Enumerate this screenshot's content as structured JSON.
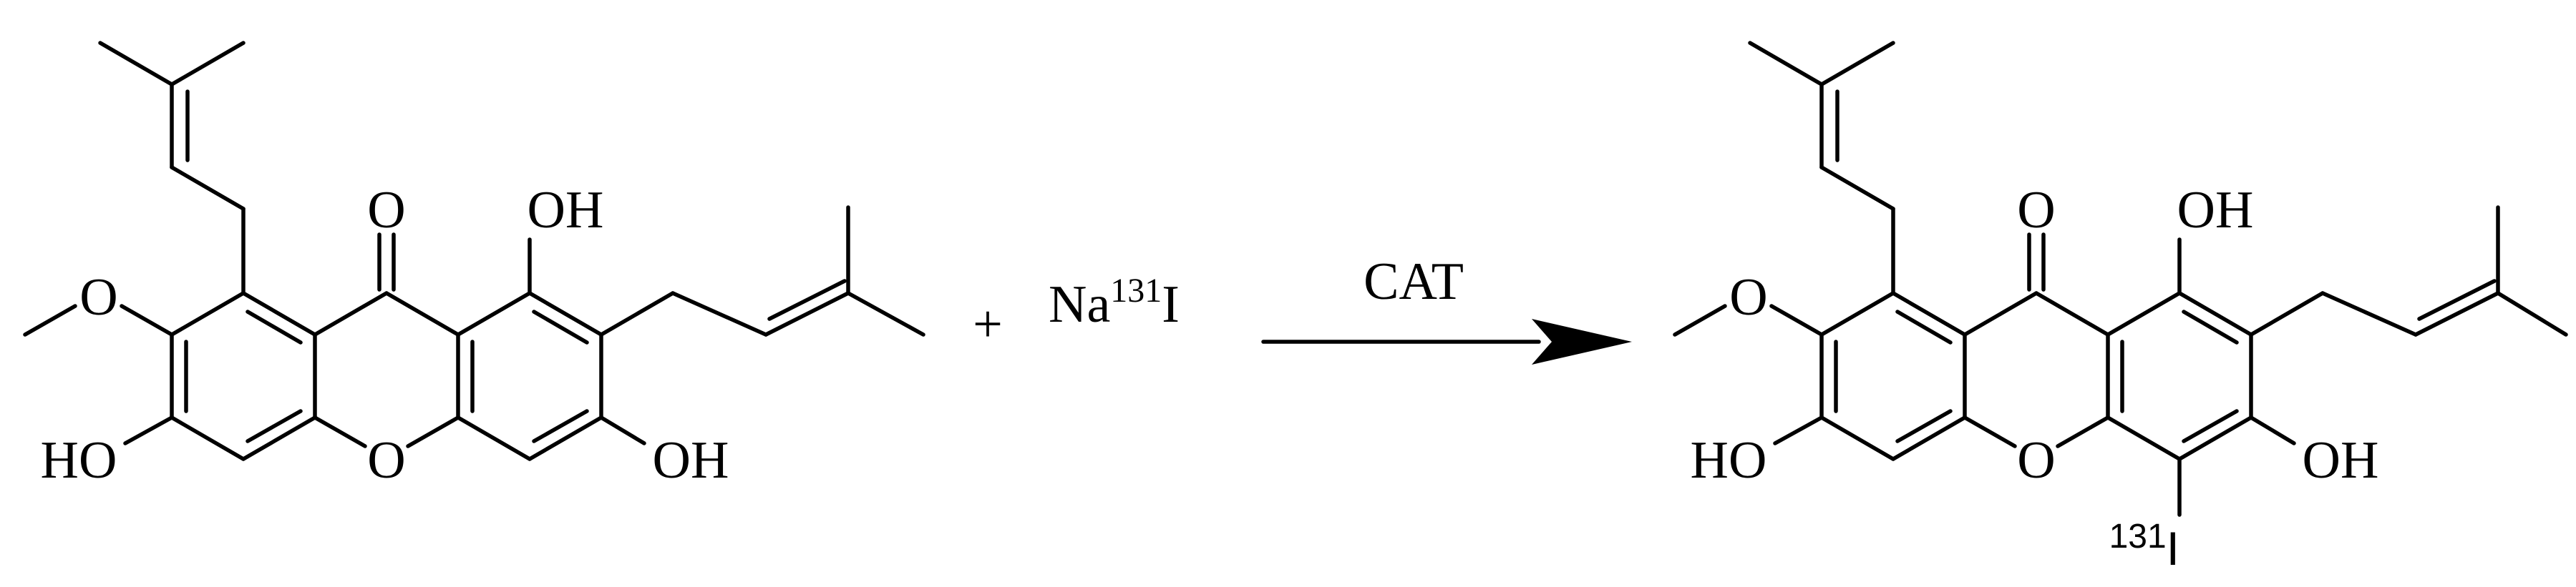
{
  "scheme": {
    "reactant": {
      "label_o_carbonyl": "O",
      "label_o_ring": "O",
      "label_oh_1": "OH",
      "label_oh_3": "OH",
      "label_ho_6": "HO",
      "label_methoxy_o": "O"
    },
    "plus": "+",
    "reagent": {
      "base": "Na",
      "isotope": "131",
      "element": "I"
    },
    "condition": "CAT",
    "product": {
      "label_o_carbonyl": "O",
      "label_o_ring": "O",
      "label_oh_1": "OH",
      "label_oh_3": "OH",
      "label_ho_6": "HO",
      "label_methoxy_o": "O",
      "iodine_isotope": "131",
      "iodine_element": "I"
    }
  },
  "colors": {
    "ink": "#000000",
    "background": "#ffffff"
  }
}
